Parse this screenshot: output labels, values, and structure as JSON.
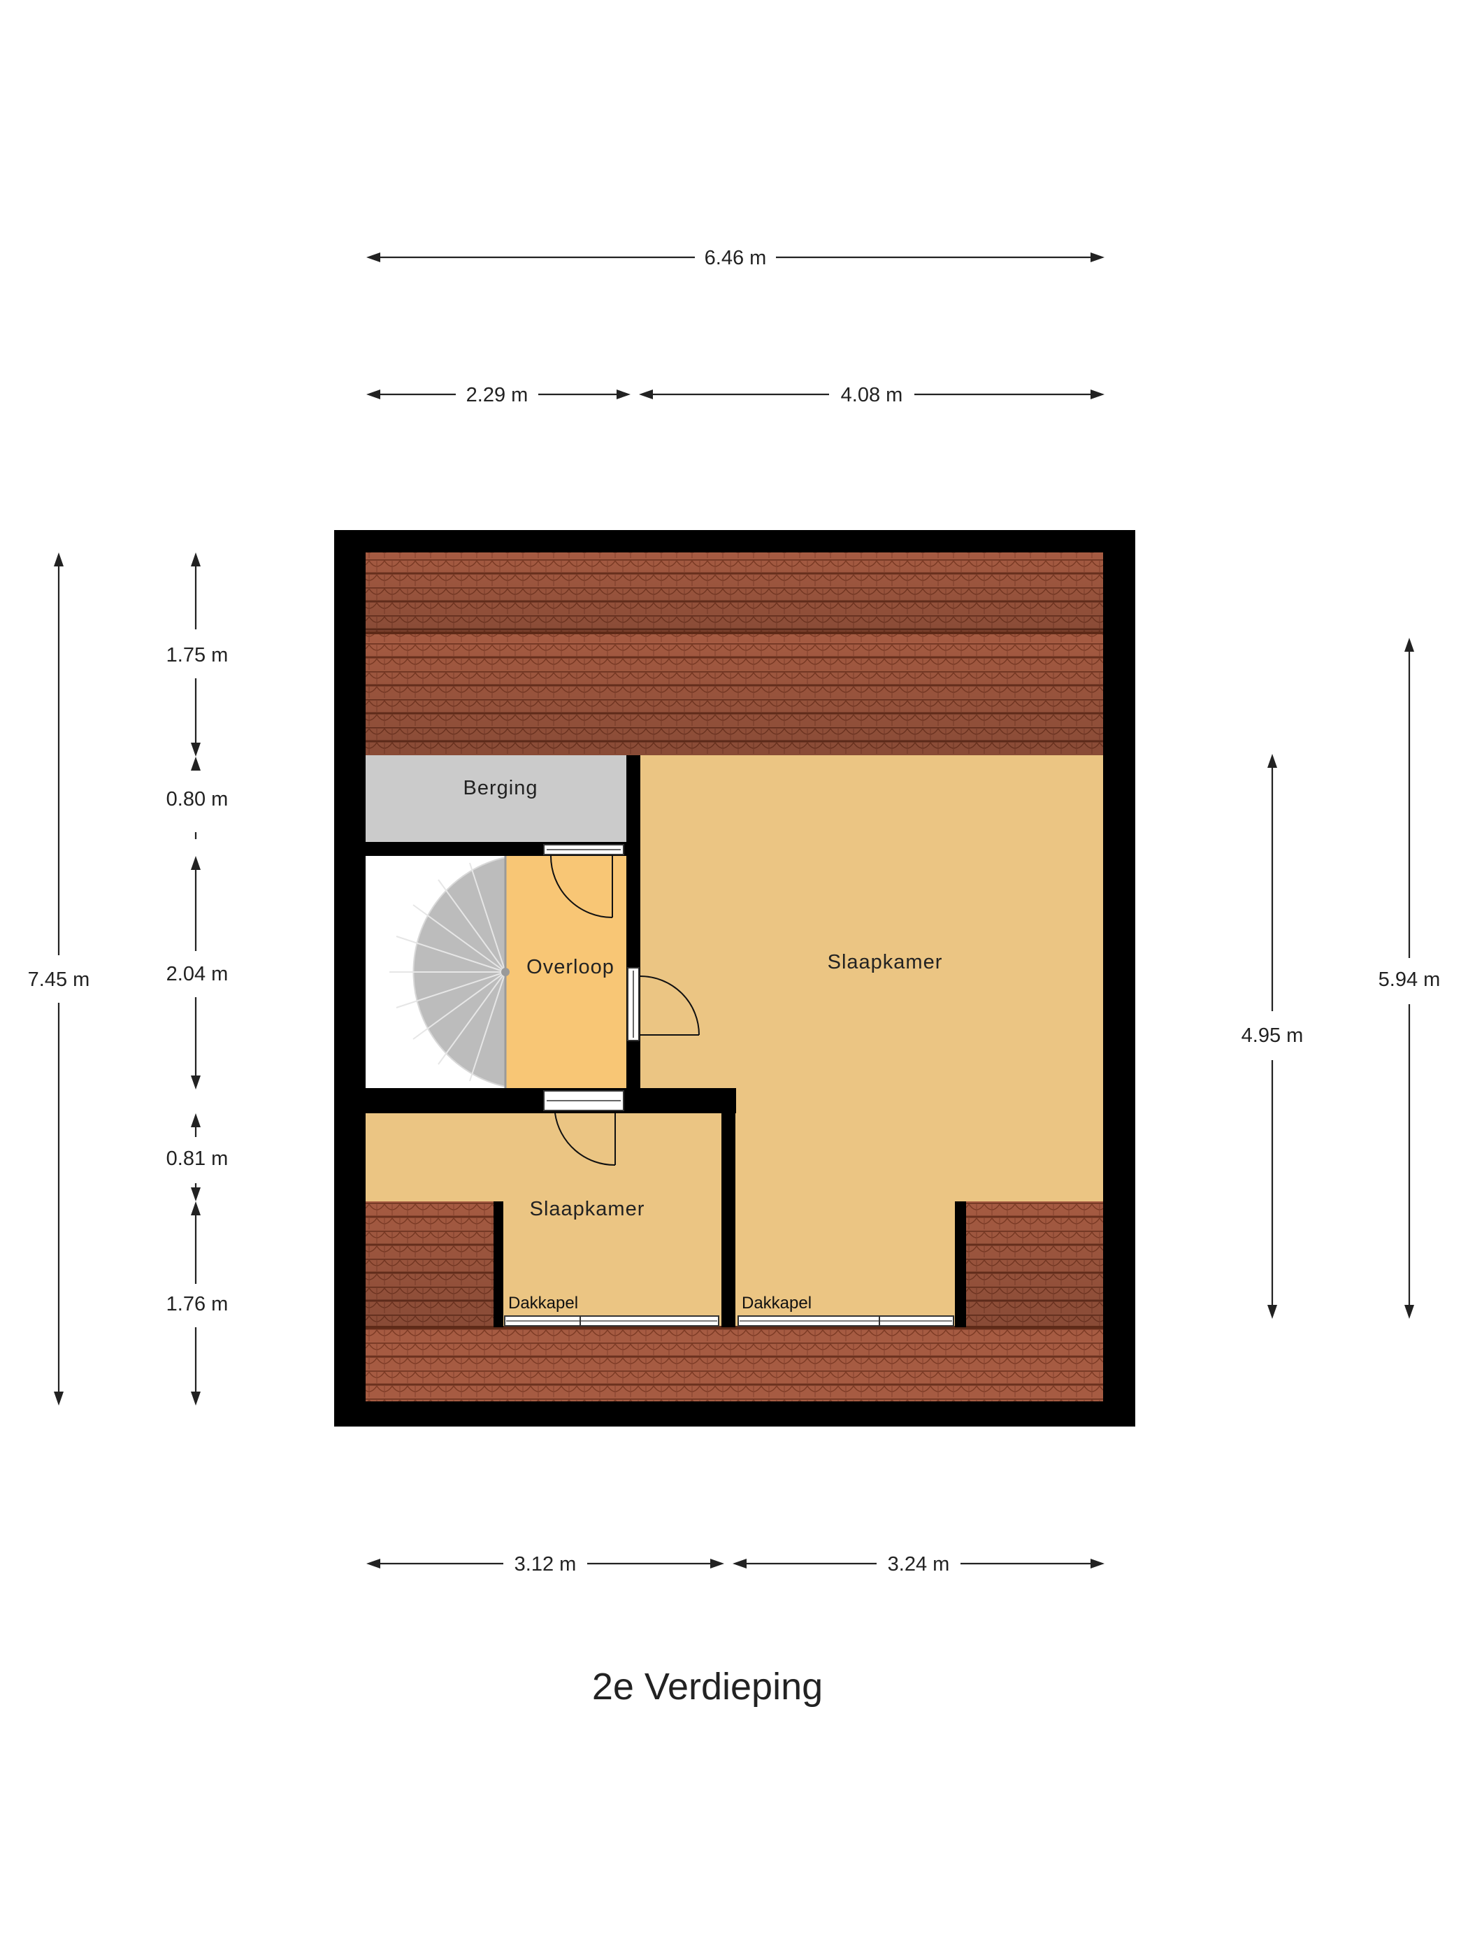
{
  "floor": {
    "title": "2e Verdieping"
  },
  "rooms": {
    "berging": "Berging",
    "overloop": "Overloop",
    "slaapkamer_large": "Slaapkamer",
    "slaapkamer_small": "Slaapkamer",
    "dakkapel_left": "Dakkapel",
    "dakkapel_right": "Dakkapel"
  },
  "dimensions": {
    "top_total": "6.46 m",
    "top_left": "2.29 m",
    "top_right": "4.08 m",
    "left_total": "7.45 m",
    "left_seg1": "1.75 m",
    "left_seg2": "0.80 m",
    "left_seg3": "2.04 m",
    "left_seg4": "0.81 m",
    "left_seg5": "1.76 m",
    "right_inner": "4.95 m",
    "right_outer": "5.94 m",
    "bottom_left": "3.12 m",
    "bottom_right": "3.24 m"
  },
  "colors": {
    "wall": "#000000",
    "roof_tile": "#a85e44",
    "roof_tile_line": "#6e3420",
    "berging_fill": "#cbcbcb",
    "overloop_fill": "#f8c675",
    "slaapkamer_fill": "#ebc583",
    "stair_fill": "#b8b8b8",
    "dimension_line": "#222222"
  }
}
